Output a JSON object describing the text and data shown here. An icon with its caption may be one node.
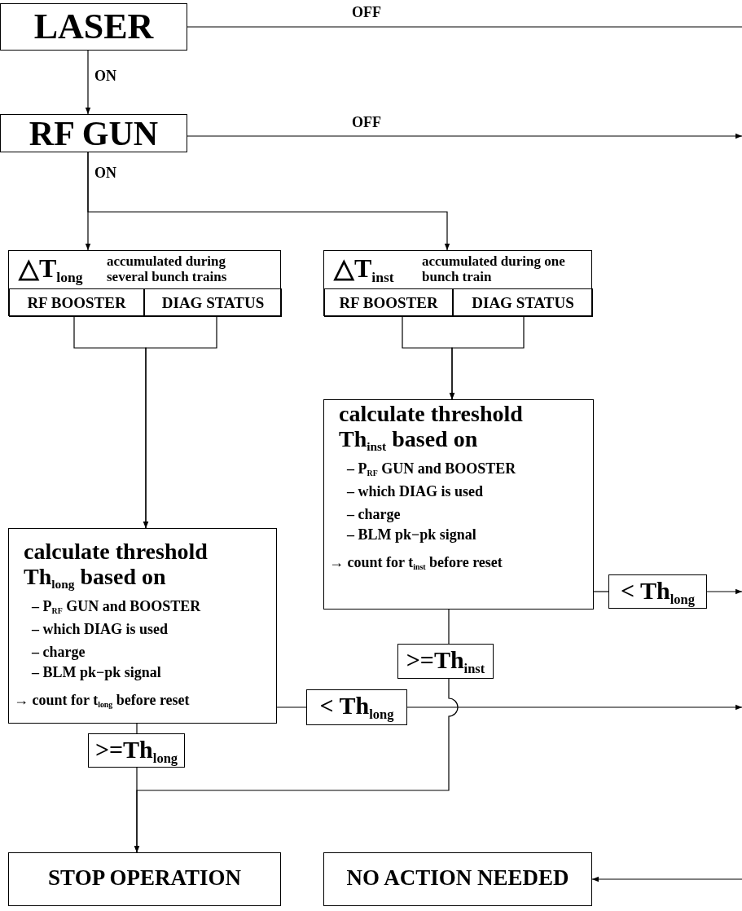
{
  "diagram": {
    "nodes": [
      {
        "text": [
          "LASER"
        ]
      },
      {
        "text": [
          "RF GUN"
        ]
      },
      {
        "text": [
          "△T$_{long}$",
          "accumulated during several bunch trains"
        ]
      },
      {
        "text": [
          "RF BOOSTER"
        ],
        "in": 2
      },
      {
        "text": [
          "DIAG STATUS"
        ],
        "in": 2
      },
      {
        "text": [
          "△T$_{inst}$",
          "accumulated during one bunch train"
        ]
      },
      {
        "text": [
          "RF BOOSTER"
        ],
        "in": 5
      },
      {
        "text": [
          "DIAG STATUS"
        ],
        "in": 5
      },
      {
        "text": [
          "calculate threshold Th$_{inst}$ based on",
          "– P$_{RF}$ GUN and BOOSTER",
          "– which DIAG is used",
          "– charge",
          "– BLM pk−pk signal",
          "→ count for t$_{inst}$ before reset"
        ]
      },
      {
        "text": [
          "< Th$_{long}$"
        ]
      },
      {
        "text": [
          ">=Th$_{inst}$"
        ]
      },
      {
        "text": [
          "calculate threshold Th$_{long}$ based on",
          "– P$_{RF}$ GUN and BOOSTER",
          "– which DIAG is used",
          "– charge",
          "– BLM pk−pk signal",
          "→ count for t$_{long}$ before reset"
        ]
      },
      {
        "text": [
          "< Th$_{long}$"
        ]
      },
      {
        "text": [
          ">=Th$_{long}$"
        ]
      },
      {
        "text": [
          "STOP OPERATION"
        ]
      },
      {
        "text": [
          "NO ACTION NEEDED"
        ]
      }
    ],
    "edges": [
      {
        "from": 0,
        "to": 1,
        "arrow": "to",
        "label": "ON"
      },
      {
        "from": 0,
        "to": null,
        "arrow": "none",
        "label": "OFF"
      },
      {
        "from": 1,
        "to": null,
        "arrow": "to",
        "label": "OFF"
      },
      {
        "from": 1,
        "to": 2,
        "arrow": "to",
        "label": "ON"
      },
      {
        "from": 1,
        "to": 5,
        "arrow": "to"
      },
      {
        "from": 3,
        "to": 11,
        "arrow": "to"
      },
      {
        "from": 4,
        "to": 11,
        "arrow": "to"
      },
      {
        "from": 6,
        "to": 8,
        "arrow": "to"
      },
      {
        "from": 7,
        "to": 8,
        "arrow": "to"
      },
      {
        "from": 8,
        "to": 9,
        "arrow": "none"
      },
      {
        "from": 9,
        "to": null,
        "arrow": "to"
      },
      {
        "from": 8,
        "to": 10,
        "arrow": "none"
      },
      {
        "from": 10,
        "to": 14,
        "arrow": "to"
      },
      {
        "from": 11,
        "to": 12,
        "arrow": "none"
      },
      {
        "from": 12,
        "to": null,
        "arrow": "to"
      },
      {
        "from": 11,
        "to": 13,
        "arrow": "none"
      },
      {
        "from": 13,
        "to": 14,
        "arrow": "to"
      },
      {
        "from": null,
        "to": 15,
        "arrow": "to"
      }
    ]
  }
}
